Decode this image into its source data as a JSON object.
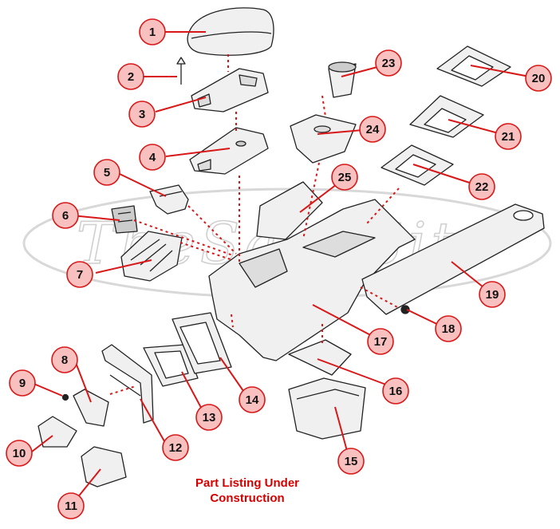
{
  "watermark": "TheSaabSite",
  "caption": {
    "line1": "Part Listing Under",
    "line2": "Construction"
  },
  "callouts": [
    "1",
    "2",
    "3",
    "4",
    "5",
    "6",
    "7",
    "8",
    "9",
    "10",
    "11",
    "12",
    "13",
    "14",
    "15",
    "16",
    "17",
    "18",
    "19",
    "20",
    "21",
    "22",
    "23",
    "24",
    "25"
  ],
  "colors": {
    "callout_fill": "#f9c0c0",
    "callout_stroke": "#d81818",
    "leader": "#d81818",
    "caption": "#d40000",
    "part_fill": "#f0f0f0",
    "part_stroke": "#222222"
  }
}
